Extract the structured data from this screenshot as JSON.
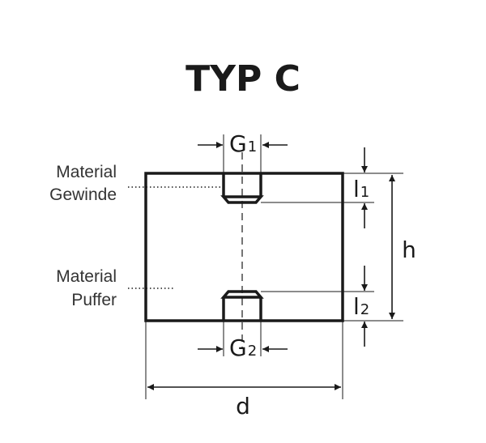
{
  "title": "TYP C",
  "labels": {
    "g1_main": "G",
    "g1_sub": "1",
    "g2_main": "G",
    "g2_sub": "2",
    "l1_main": "l",
    "l1_sub": "1",
    "l2_main": "l",
    "l2_sub": "2",
    "h": "h",
    "d": "d"
  },
  "callouts": {
    "thread_material": [
      "Material",
      "Gewinde"
    ],
    "buffer_material": [
      "Material",
      "Puffer"
    ]
  },
  "colors": {
    "ink": "#1a1a1a",
    "callout_text": "#333333",
    "background": "#ffffff"
  }
}
